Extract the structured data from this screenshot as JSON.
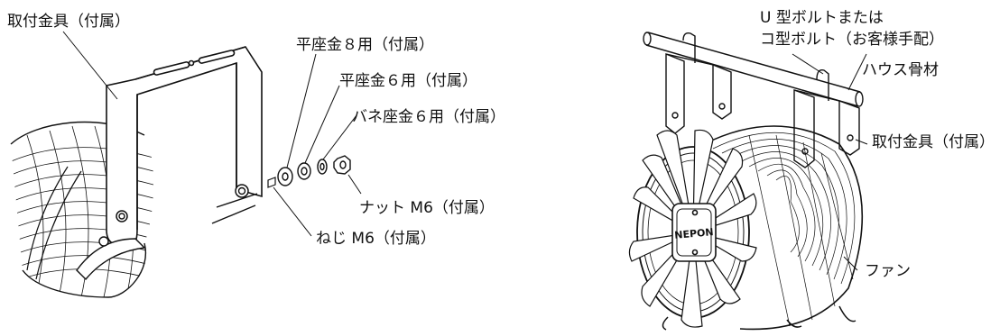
{
  "labels": {
    "left": {
      "mounting_bracket": "取付金具（付属）",
      "flat_washer_8": "平座金８用（付属）",
      "flat_washer_6": "平座金６用（付属）",
      "spring_washer_6": "バネ座金６用（付属）",
      "nut_m6": "ナット M6（付属）",
      "screw_m6": "ねじ M6（付属）"
    },
    "right": {
      "u_bolt_line1": "U 型ボルトまたは",
      "u_bolt_line2": "コ型ボルト（お客様手配）",
      "house_frame": "ハウス骨材",
      "mounting_bracket": "取付金具（付属）",
      "fan": "ファン"
    },
    "fan_badge": "NEPON"
  }
}
